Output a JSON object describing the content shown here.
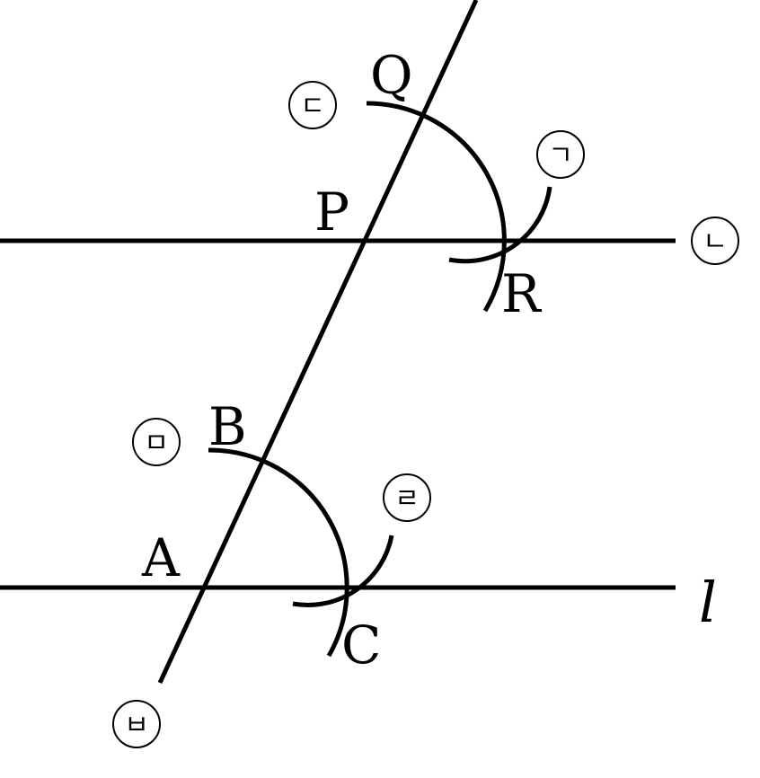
{
  "points": {
    "A": "A",
    "B": "B",
    "C": "C",
    "P": "P",
    "Q": "Q",
    "R": "R"
  },
  "line_label": "l",
  "steps": {
    "step1": "ㄱ",
    "step2": "ㄴ",
    "step3": "ㄷ",
    "step4": "ㄹ",
    "step5": "ㅁ",
    "step6": "ㅂ"
  }
}
